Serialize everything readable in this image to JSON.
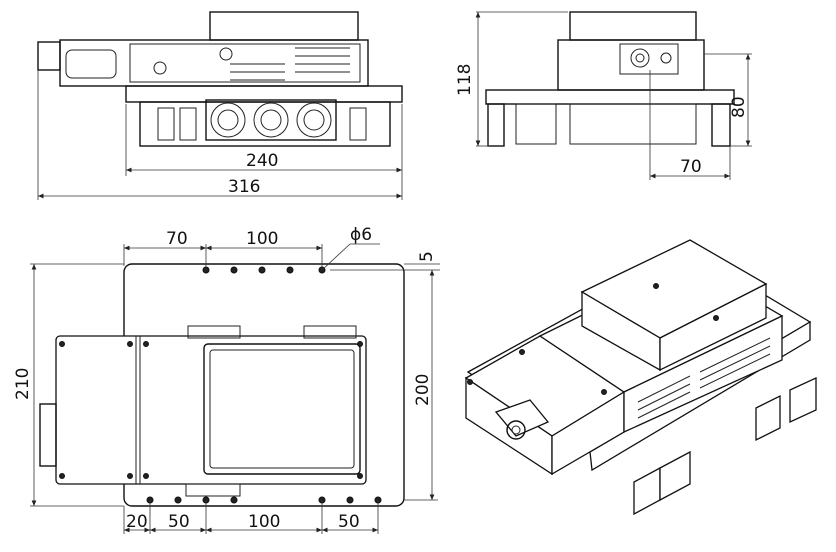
{
  "drawing": {
    "side_view": {
      "dim_width_240": "240",
      "dim_width_316": "316"
    },
    "end_view": {
      "dim_height_118": "118",
      "dim_height_80": "80",
      "dim_offset_70": "70"
    },
    "top_view": {
      "dim_top_70": "70",
      "dim_top_100": "100",
      "dim_hole": "ϕ6",
      "dim_edge_5": "5",
      "dim_height_210": "210",
      "dim_height_200": "200",
      "dim_bottom_20": "20",
      "dim_bottom_50a": "50",
      "dim_bottom_100": "100",
      "dim_bottom_50b": "50"
    }
  },
  "colors": {
    "line": "#111111",
    "background": "#ffffff"
  }
}
